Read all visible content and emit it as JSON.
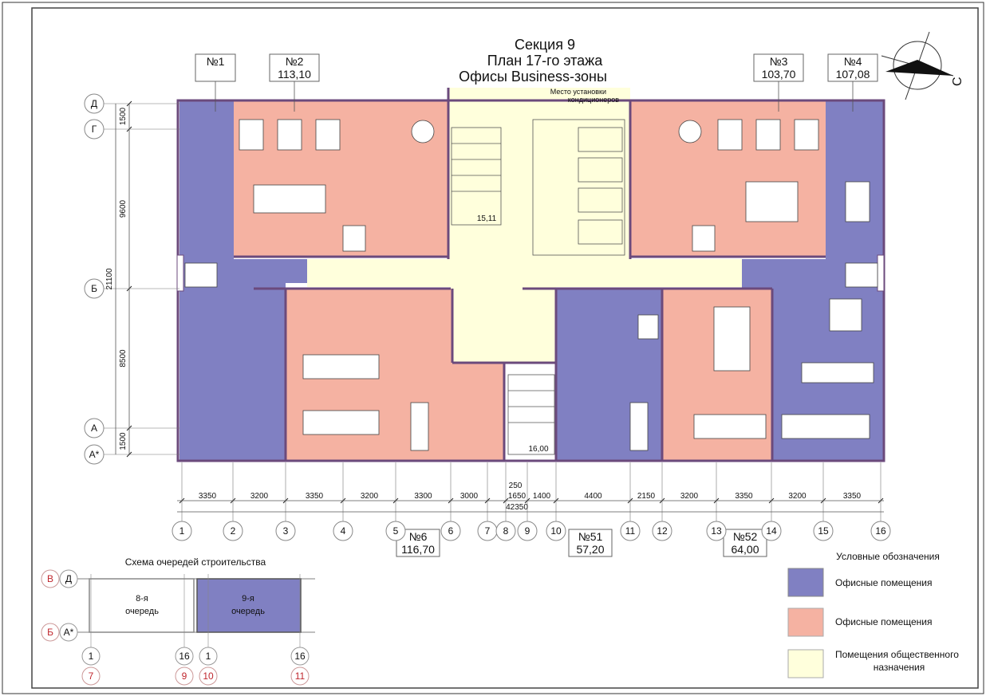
{
  "title": {
    "line1": "Секция 9",
    "line2": "План 17-го этажа",
    "line3": "Офисы Business-зоны"
  },
  "colors": {
    "office_purple": "#8080c2",
    "office_pink": "#f5b2a2",
    "public_yellow": "#ffffdc",
    "wall": "#6b4a7c",
    "red_marker": "#c0262d"
  },
  "compass": {
    "label": "С"
  },
  "offices": [
    {
      "id": "№1",
      "area": ""
    },
    {
      "id": "№2",
      "area": "113,10"
    },
    {
      "id": "№3",
      "area": "103,70"
    },
    {
      "id": "№4",
      "area": "107,08"
    },
    {
      "id": "№6",
      "area": "116,70"
    },
    {
      "id": "№51",
      "area": "57,20"
    },
    {
      "id": "№52",
      "area": "64,00"
    }
  ],
  "rooms": {
    "stair_top_area": "15,11",
    "stair_bottom_area": "16,00",
    "ac_note_1": "Место установки",
    "ac_note_2": "кондиционеров"
  },
  "axes_x": [
    "1",
    "2",
    "3",
    "4",
    "5",
    "6",
    "7",
    "8",
    "9",
    "10",
    "11",
    "12",
    "13",
    "14",
    "15",
    "16"
  ],
  "axes_y": [
    "Д",
    "Г",
    "Б",
    "А",
    "А*"
  ],
  "dims_x": [
    "3350",
    "3200",
    "3350",
    "3200",
    "3300",
    "3000",
    "1650",
    "1400",
    "4400",
    "2150",
    "3200",
    "3350",
    "3200",
    "3350"
  ],
  "dim_250": "250",
  "dim_total_x": "42350",
  "dims_y": [
    "1500",
    "9600",
    "8500",
    "1500"
  ],
  "dim_total_y": "21100",
  "schema": {
    "title": "Схема очередей строительства",
    "stage8_1": "8-я",
    "stage8_2": "очередь",
    "stage9_1": "9-я",
    "stage9_2": "очередь",
    "row_top": [
      "В",
      "Д"
    ],
    "row_bottom": [
      "Б",
      "А*"
    ],
    "cols_black": [
      "1",
      "16",
      "1",
      "16"
    ],
    "cols_red": [
      "7",
      "9",
      "10",
      "11"
    ]
  },
  "legend": {
    "title": "Условные обозначения",
    "items": [
      {
        "label": "Офисные помещения"
      },
      {
        "label": "Офисные помещения"
      },
      {
        "label": "Помещения общественного",
        "label2": "назначения"
      }
    ]
  }
}
